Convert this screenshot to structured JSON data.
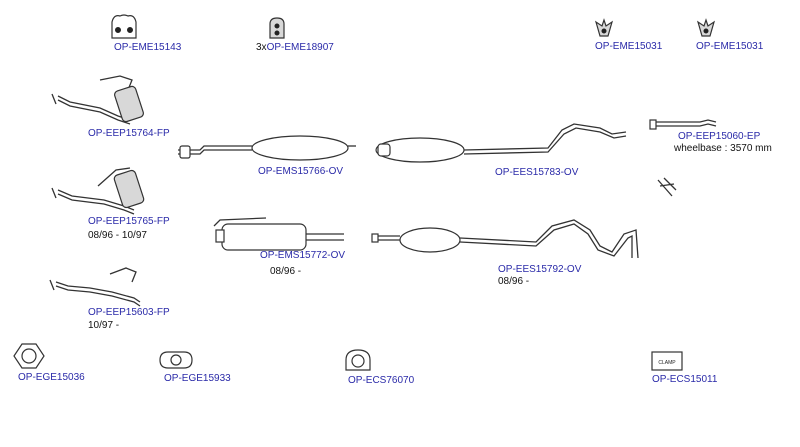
{
  "parts": [
    {
      "id": "p1",
      "code": "OP-EME15143"
    },
    {
      "id": "p2",
      "prefix": "3x",
      "code": "OP-EME18907"
    },
    {
      "id": "p3",
      "code": "OP-EME15031"
    },
    {
      "id": "p4",
      "code": "OP-EME15031"
    },
    {
      "id": "p5",
      "code": "OP-EEP15764-FP"
    },
    {
      "id": "p6",
      "code": "OP-EEP15060-EP",
      "note": "wheelbase : 3570 mm"
    },
    {
      "id": "p7",
      "code": "OP-EMS15766-OV"
    },
    {
      "id": "p8",
      "code": "OP-EES15783-OV"
    },
    {
      "id": "p9",
      "code": "OP-EEP15765-FP",
      "note": "08/96 - 10/97"
    },
    {
      "id": "p10",
      "code": "OP-EMS15772-OV",
      "note": "08/96 -"
    },
    {
      "id": "p11",
      "code": "OP-EES15792-OV",
      "note": "08/96 -"
    },
    {
      "id": "p12",
      "code": "OP-EEP15603-FP",
      "note": "10/97 -"
    },
    {
      "id": "p13",
      "code": "OP-EGE15036"
    },
    {
      "id": "p14",
      "code": "OP-EGE15933"
    },
    {
      "id": "p15",
      "code": "OP-ECS76070"
    },
    {
      "id": "p16",
      "code": "OP-ECS15011"
    }
  ],
  "colors": {
    "label": "#2a2aa8",
    "note": "#111111",
    "line": "#333333"
  }
}
